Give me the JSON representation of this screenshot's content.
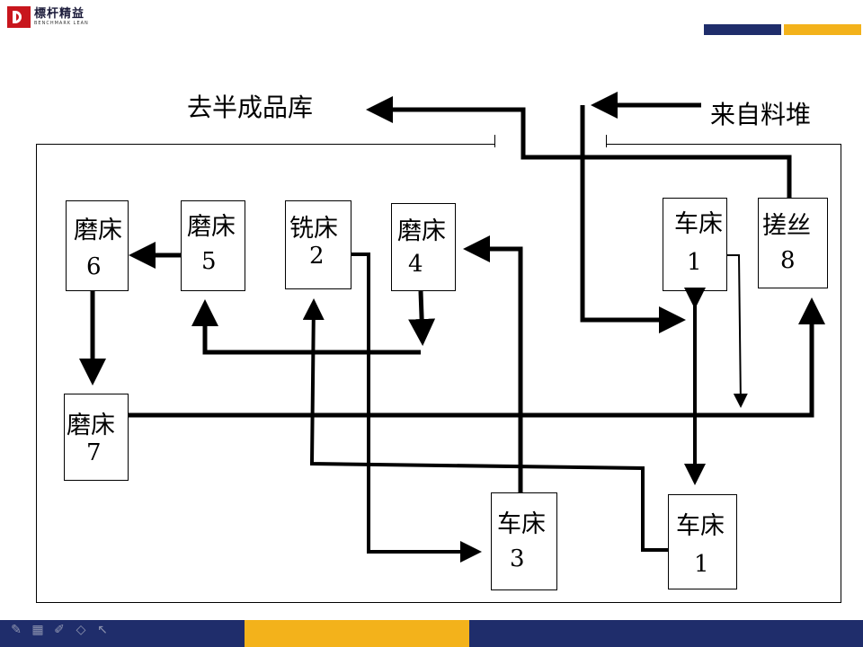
{
  "header": {
    "brand_cn": "標杆精益",
    "brand_en": "BENCHMARK LEAN",
    "colors": {
      "navy": "#1f2d6b",
      "yellow": "#f3b21b",
      "logo_red": "#c8161d"
    }
  },
  "diagram": {
    "exit_label": "去半成品库",
    "source_label": "来自料堆",
    "machines": [
      {
        "id": "grinder-6",
        "name": "磨床",
        "number": "6"
      },
      {
        "id": "grinder-5",
        "name": "磨床",
        "number": "5"
      },
      {
        "id": "mill-2",
        "name": "铣床",
        "number": "2"
      },
      {
        "id": "grinder-4",
        "name": "磨床",
        "number": "4"
      },
      {
        "id": "lathe-1-top",
        "name": "车床",
        "number": "1"
      },
      {
        "id": "thread-roller-8",
        "name": "搓丝",
        "number": "8"
      },
      {
        "id": "grinder-7",
        "name": "磨床",
        "number": "7"
      },
      {
        "id": "lathe-3",
        "name": "车床",
        "number": "3"
      },
      {
        "id": "lathe-1-bottom",
        "name": "车床",
        "number": "1"
      }
    ]
  },
  "toolbar": {
    "icons": [
      "pen-icon",
      "grid-icon",
      "highlighter-icon",
      "eraser-icon",
      "pointer-icon"
    ]
  }
}
